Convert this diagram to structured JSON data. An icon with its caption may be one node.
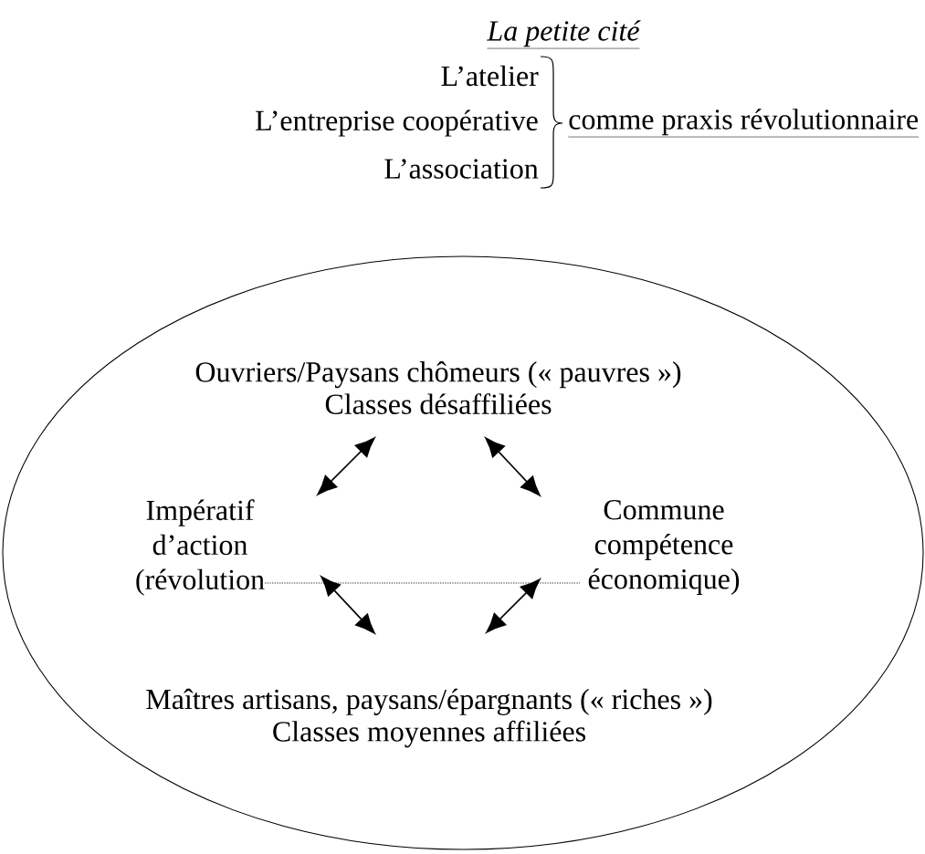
{
  "diagram": {
    "title": "La petite cité",
    "nodes": [
      {
        "text": [],
        "shape": "ellipse"
      },
      {
        "text": [
          "Ouvriers/Paysans chômeurs (« pauvres »)",
          "Classes désaffiliées"
        ],
        "in": 0
      },
      {
        "text": [
          "Impératif d’action (révolution"
        ],
        "in": 0
      },
      {
        "text": [
          "Commune compétence économique)"
        ],
        "in": 0
      },
      {
        "text": [
          "Maîtres artisans, paysans/épargnants (« riches »)",
          "Classes moyennes affiliées"
        ],
        "in": 0
      }
    ],
    "edges": [
      {
        "from": 1,
        "to": 2,
        "arrow": "both"
      },
      {
        "from": 1,
        "to": 3,
        "arrow": "both"
      },
      {
        "from": 2,
        "to": 4,
        "arrow": "both"
      },
      {
        "from": 3,
        "to": 4,
        "arrow": "both"
      },
      {
        "from": 2,
        "to": 3,
        "arrow": "none",
        "style": "dashed"
      }
    ],
    "labels": [
      "L’atelier",
      "L’entreprise coopérative",
      "L’association",
      "comme praxis révolutionnaire"
    ]
  }
}
